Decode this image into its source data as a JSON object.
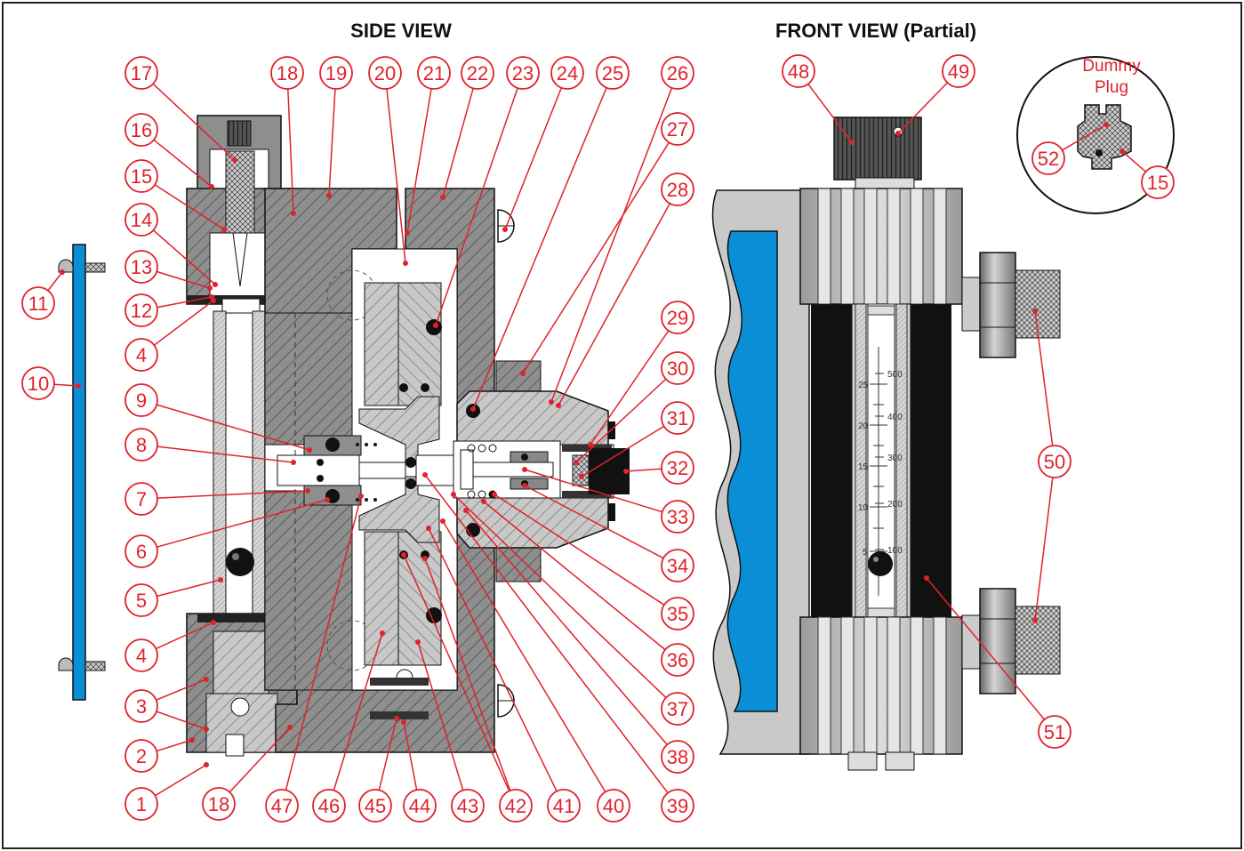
{
  "titles": {
    "side_view": "SIDE VIEW",
    "front_view": "FRONT VIEW (Partial)"
  },
  "inset": {
    "line1": "Dummy",
    "line2": "Plug"
  },
  "scale": {
    "left_ticks": [
      "25",
      "20",
      "15",
      "10",
      "5"
    ],
    "right_ticks": [
      "500",
      "400",
      "300",
      "200",
      "100"
    ]
  },
  "callouts": [
    {
      "label": "1"
    },
    {
      "label": "2"
    },
    {
      "label": "3"
    },
    {
      "label": "4"
    },
    {
      "label": "4"
    },
    {
      "label": "5"
    },
    {
      "label": "6"
    },
    {
      "label": "7"
    },
    {
      "label": "8"
    },
    {
      "label": "9"
    },
    {
      "label": "10"
    },
    {
      "label": "11"
    },
    {
      "label": "12"
    },
    {
      "label": "13"
    },
    {
      "label": "14"
    },
    {
      "label": "15"
    },
    {
      "label": "16"
    },
    {
      "label": "17"
    },
    {
      "label": "18"
    },
    {
      "label": "18"
    },
    {
      "label": "19"
    },
    {
      "label": "20"
    },
    {
      "label": "21"
    },
    {
      "label": "22"
    },
    {
      "label": "23"
    },
    {
      "label": "24"
    },
    {
      "label": "25"
    },
    {
      "label": "26"
    },
    {
      "label": "27"
    },
    {
      "label": "28"
    },
    {
      "label": "29"
    },
    {
      "label": "30"
    },
    {
      "label": "31"
    },
    {
      "label": "32"
    },
    {
      "label": "33"
    },
    {
      "label": "34"
    },
    {
      "label": "35"
    },
    {
      "label": "36"
    },
    {
      "label": "37"
    },
    {
      "label": "38"
    },
    {
      "label": "39"
    },
    {
      "label": "40"
    },
    {
      "label": "41"
    },
    {
      "label": "42"
    },
    {
      "label": "43"
    },
    {
      "label": "44"
    },
    {
      "label": "45"
    },
    {
      "label": "46"
    },
    {
      "label": "47"
    },
    {
      "label": "48"
    },
    {
      "label": "49"
    },
    {
      "label": "50"
    },
    {
      "label": "51"
    },
    {
      "label": "52"
    },
    {
      "label": "15"
    }
  ],
  "colors": {
    "callout": "#e0222b",
    "metal_dark": "#8e8e8e",
    "metal_light": "#c9c9c9",
    "blue": "#0a8fd6",
    "outline": "#111111"
  }
}
